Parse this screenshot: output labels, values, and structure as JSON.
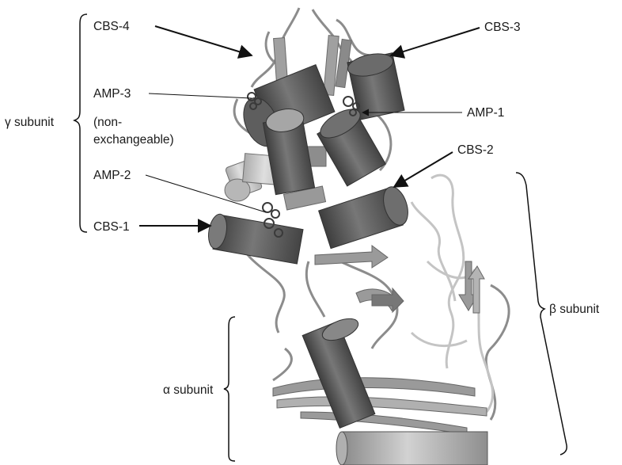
{
  "labels": {
    "cbs4": "CBS-4",
    "cbs3": "CBS-3",
    "amp3": "AMP-3",
    "amp3_note_1": "(non-",
    "amp3_note_2": "exchangeable)",
    "amp1": "AMP-1",
    "cbs2": "CBS-2",
    "amp2": "AMP-2",
    "cbs1": "CBS-1",
    "gamma_subunit": "γ subunit",
    "beta_subunit": "β subunit",
    "alpha_subunit": "α subunit"
  },
  "colors": {
    "helix_dark": "#5e5e5e",
    "helix_mid": "#7a7a7a",
    "helix_light": "#a8a8a8",
    "ribbon": "#8c8c8c",
    "ribbon_light": "#c4c4c4",
    "ligand": "#3a3a3a",
    "annotation": "#111111"
  }
}
